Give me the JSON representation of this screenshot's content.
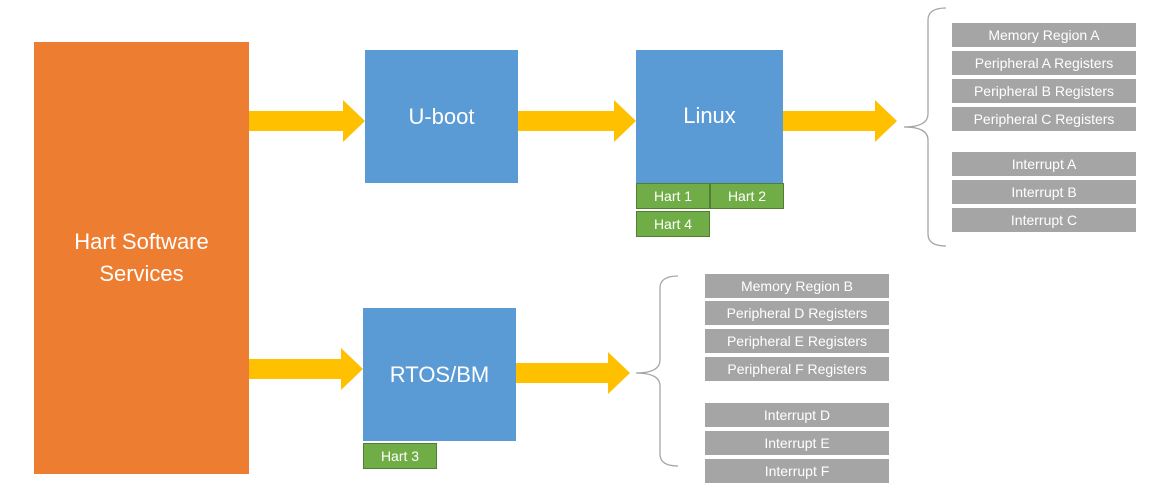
{
  "blocks": {
    "hss": "Hart Software Services",
    "uboot": "U-boot",
    "linux": "Linux",
    "rtos": "RTOS/BM"
  },
  "harts": {
    "linux": [
      "Hart 1",
      "Hart 2",
      "Hart 4"
    ],
    "rtos": [
      "Hart 3"
    ]
  },
  "linux_resources": {
    "memory": [
      "Memory Region A",
      "Peripheral  A Registers",
      "Peripheral  B Registers",
      "Peripheral  C Registers"
    ],
    "interrupts": [
      "Interrupt A",
      "Interrupt B",
      "Interrupt C"
    ]
  },
  "rtos_resources": {
    "memory": [
      "Memory Region B",
      "Peripheral  D Registers",
      "Peripheral  E Registers",
      "Peripheral  F Registers"
    ],
    "interrupts": [
      "Interrupt D",
      "Interrupt E",
      "Interrupt F"
    ]
  },
  "colors": {
    "hss": "#ED7D31",
    "software": "#5B9BD5",
    "hart": "#70AD47",
    "resource": "#A5A5A5",
    "arrow": "#FFC000"
  }
}
